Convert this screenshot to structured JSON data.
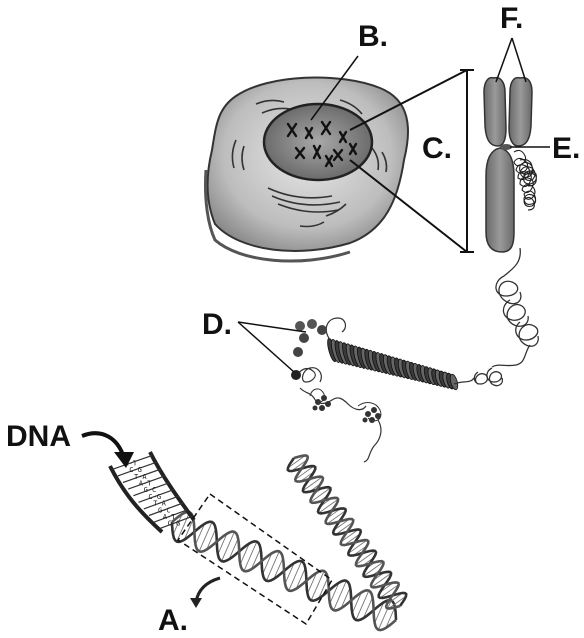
{
  "labels": {
    "a": "A.",
    "b": "B.",
    "c": "C.",
    "d": "D.",
    "e": "E.",
    "f": "F.",
    "dna": "DNA"
  },
  "base_pairs": [
    "A-T",
    "C-G",
    "T-A",
    "A-T",
    "G-C",
    "C-G",
    "T-A",
    "G-C",
    "A-T",
    "C-G"
  ]
}
